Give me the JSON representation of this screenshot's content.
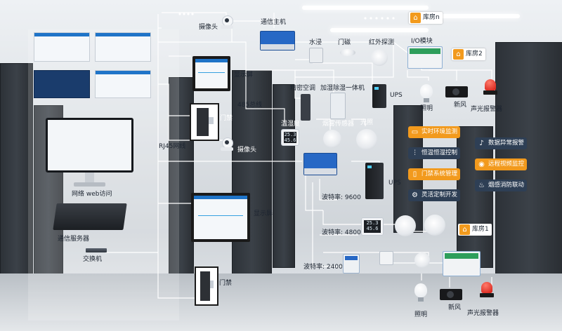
{
  "labels": {
    "camera_top": "摄像头",
    "main_host_top": "通信主机",
    "water": "水浸",
    "door_mag": "门磁",
    "infrared": "红外探测",
    "io_module": "I/O模块",
    "display_top": "显示屏",
    "precision_ac": "精密空调",
    "humidifier": "加湿除湿一体机",
    "ups_top": "UPS",
    "bus_485": "485总线",
    "door_access_top": "门禁",
    "temp_hum": "温湿度",
    "smoke": "烟雾传感器",
    "light_sensor": "光照",
    "lighting_top": "照明",
    "fresh_air_top": "新风",
    "alarm_top": "声光报警器",
    "camera_mid": "摄像头",
    "rj45": "RJ45网线",
    "network_web": "网络  web访问",
    "comm_server": "通信服务器",
    "switch": "交换机",
    "ups_mid": "UPS",
    "baud_9600": "波特率: 9600",
    "baud_4800": "波特率: 4800",
    "baud_2400": "波特率: 2400",
    "display_bottom": "显示屏",
    "door_access_bottom": "门禁",
    "lighting_bottom": "照明",
    "fresh_air_bottom": "新风",
    "alarm_bottom": "声光报警器"
  },
  "lcd": {
    "top": [
      "25.3",
      "45.6"
    ],
    "bottom": [
      "25.3",
      "45.6"
    ]
  },
  "rooms": {
    "room1": "库房1",
    "room2": "库房2",
    "room_top": "库房n"
  },
  "features_left": [
    {
      "label": "实时环境监测",
      "icon": "monitor-icon"
    },
    {
      "label": "恒温恒湿控制",
      "icon": "sliders-icon"
    },
    {
      "label": "门禁系统管理",
      "icon": "door-icon"
    },
    {
      "label": "灵活定制开发",
      "icon": "gear-icon"
    }
  ],
  "features_right": [
    {
      "label": "数据异常报警",
      "icon": "bell-icon"
    },
    {
      "label": "远程视频监控",
      "icon": "camera-icon"
    },
    {
      "label": "烟感消防联动",
      "icon": "fire-icon"
    }
  ],
  "colors": {
    "accent_orange": "#f29a1d",
    "accent_blue": "#1f74c8",
    "dark_button": "#2e3f55",
    "line": "#ffffff"
  }
}
